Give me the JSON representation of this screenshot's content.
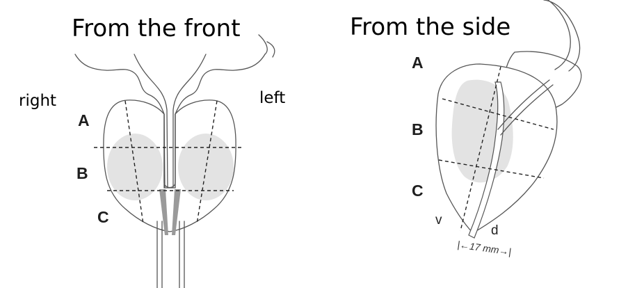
{
  "front_view": {
    "title": "From the front",
    "right_label": "right",
    "left_label": "left",
    "zones": [
      "A",
      "B",
      "C"
    ]
  },
  "side_view": {
    "title": "From the side",
    "zones": [
      "A",
      "B",
      "C"
    ],
    "v_label": "v",
    "d_label": "d",
    "measurement": "|←17 mm→|"
  }
}
